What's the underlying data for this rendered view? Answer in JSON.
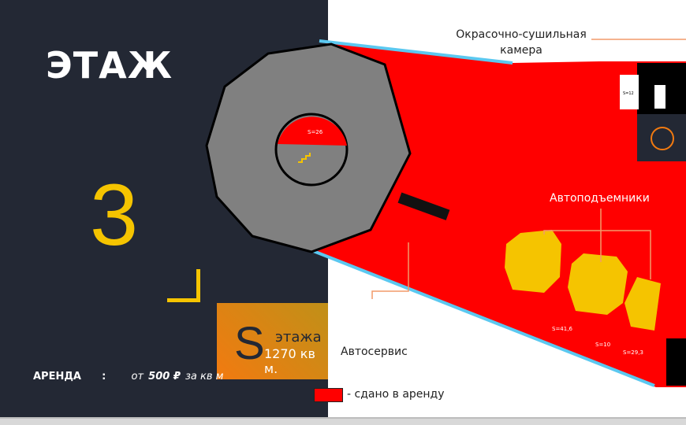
{
  "floor": {
    "heading": "ЭТАЖ",
    "number": "3"
  },
  "area": {
    "symbol": "S",
    "label": "этажа",
    "value": "1270 кв м."
  },
  "rent": {
    "label": "АРЕНДА",
    "separator": ":",
    "prefix": "от",
    "price": "500 ₽",
    "suffix": "за кв м"
  },
  "plan": {
    "labels": {
      "paint_booth": "Окрасочно-сушильная камера",
      "lifts": "Автоподъемники",
      "service": "Автосервис"
    },
    "room_areas": [
      "S=26",
      "S=41,6",
      "S=10",
      "S=29,3",
      "S=12"
    ],
    "icons": [
      "stairs-icon",
      "restroom-icon",
      "elevator-icon",
      "paint-booth-icon",
      "car-lift-icon"
    ]
  },
  "legend": {
    "text": "- сдано в аренду",
    "color": "#ff0000"
  },
  "colors": {
    "panel": "#232834",
    "accent": "#f5c400",
    "rented": "#ff0000",
    "common": "#808080",
    "windows": "#5bc8f0"
  }
}
